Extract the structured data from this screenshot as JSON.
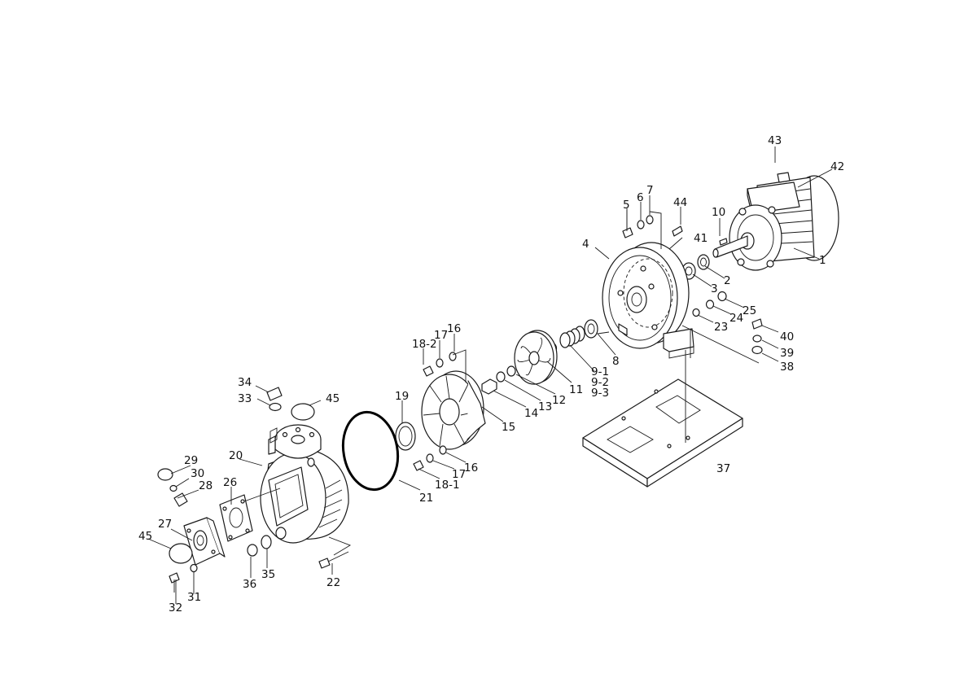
{
  "figure": {
    "colors": {
      "line": "#1a1a1a",
      "background": "#ffffff"
    },
    "labels": [
      "1",
      "2",
      "3",
      "4",
      "5",
      "6",
      "7",
      "8",
      "9-1",
      "9-2",
      "9-3",
      "10",
      "11",
      "12",
      "13",
      "14",
      "15",
      "16",
      "16",
      "17",
      "17",
      "18-2",
      "18-1",
      "19",
      "20",
      "21",
      "22",
      "23",
      "24",
      "25",
      "26",
      "27",
      "28",
      "29",
      "30",
      "31",
      "32",
      "33",
      "34",
      "35",
      "36",
      "37",
      "38",
      "39",
      "40",
      "41",
      "42",
      "43",
      "44",
      "45",
      "45"
    ]
  }
}
